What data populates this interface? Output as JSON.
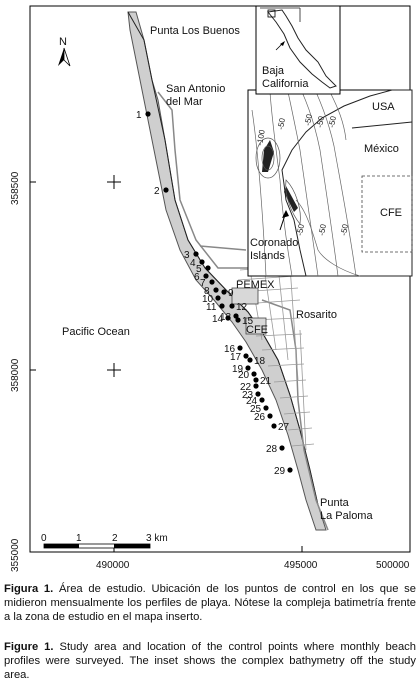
{
  "map": {
    "y_ticks": [
      "358500",
      "358000",
      "355000"
    ],
    "x_ticks": [
      "490000",
      "495000",
      "500000"
    ],
    "places": {
      "punta_los_buenos": "Punta Los Buenos",
      "san_antonio_line1": "San Antonio",
      "san_antonio_line2": "del Mar",
      "pacific_ocean": "Pacific Ocean",
      "pemex": "PEMEX",
      "rosarito": "Rosarito",
      "cfe": "CFE",
      "punta_la_paloma_line1": "Punta",
      "punta_la_paloma_line2": "La Paloma"
    },
    "north_label": "N",
    "scale_bar": {
      "labels": [
        "0",
        "1",
        "2",
        "3 km"
      ]
    },
    "control_points": [
      "1",
      "2",
      "3",
      "4",
      "5",
      "6",
      "7",
      "8",
      "9",
      "10",
      "11",
      "12",
      "13",
      "14",
      "15",
      "16",
      "17",
      "18",
      "19",
      "20",
      "21",
      "22",
      "23",
      "24",
      "25",
      "26",
      "27",
      "28",
      "29"
    ]
  },
  "inset": {
    "baja_line1": "Baja",
    "baja_line2": "California",
    "usa": "USA",
    "mexico": "México",
    "cfe": "CFE",
    "coronado_line1": "Coronado",
    "coronado_line2": "Islands",
    "contour_labels": [
      "-100",
      "-50",
      "-50",
      "-50",
      "-50",
      "-50",
      "-50",
      "-50"
    ]
  },
  "caption_es": {
    "heading": "Figura 1.",
    "text": " Área de estudio. Ubicación de los puntos de control en los que se midieron mensualmente los perfiles de playa. Nótese la compleja batimetría frente a la zona de estudio en el mapa inserto."
  },
  "caption_en": {
    "heading": "Figure 1.",
    "text": " Study area and location of the control points where monthly beach profiles were surveyed. The inset shows the complex bathymetry off the study area."
  }
}
